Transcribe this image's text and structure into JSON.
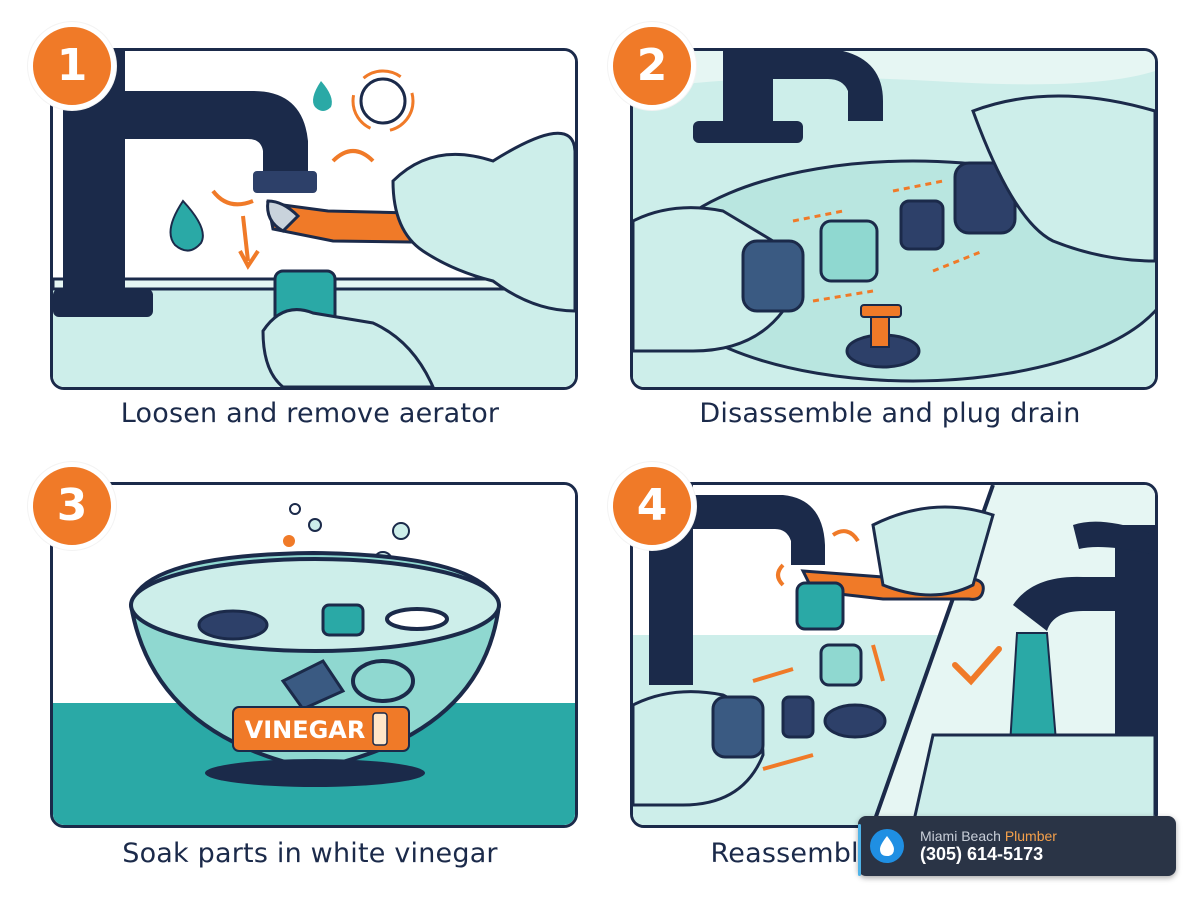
{
  "steps": [
    {
      "number": "1",
      "caption": "Loosen and remove aerator"
    },
    {
      "number": "2",
      "caption": "Disassemble and plug drain"
    },
    {
      "number": "3",
      "caption": "Soak parts in white vinegar",
      "bowl_label": "VINEGAR"
    },
    {
      "number": "4",
      "caption": "Reassemble, run, and test"
    }
  ],
  "contact": {
    "name_prefix": "Miami Beach",
    "name_accent": "Plumber",
    "phone": "(305) 614-5173",
    "icon": "water-drop-icon"
  },
  "colors": {
    "navy": "#1b2a4a",
    "orange": "#f07a28",
    "teal": "#2aa9a6",
    "mint": "#cdeeea",
    "light_mint": "#e6f6f3",
    "card_bg": "#2a3446",
    "card_accent": "#f5a04a",
    "card_icon": "#1f8fe3"
  }
}
